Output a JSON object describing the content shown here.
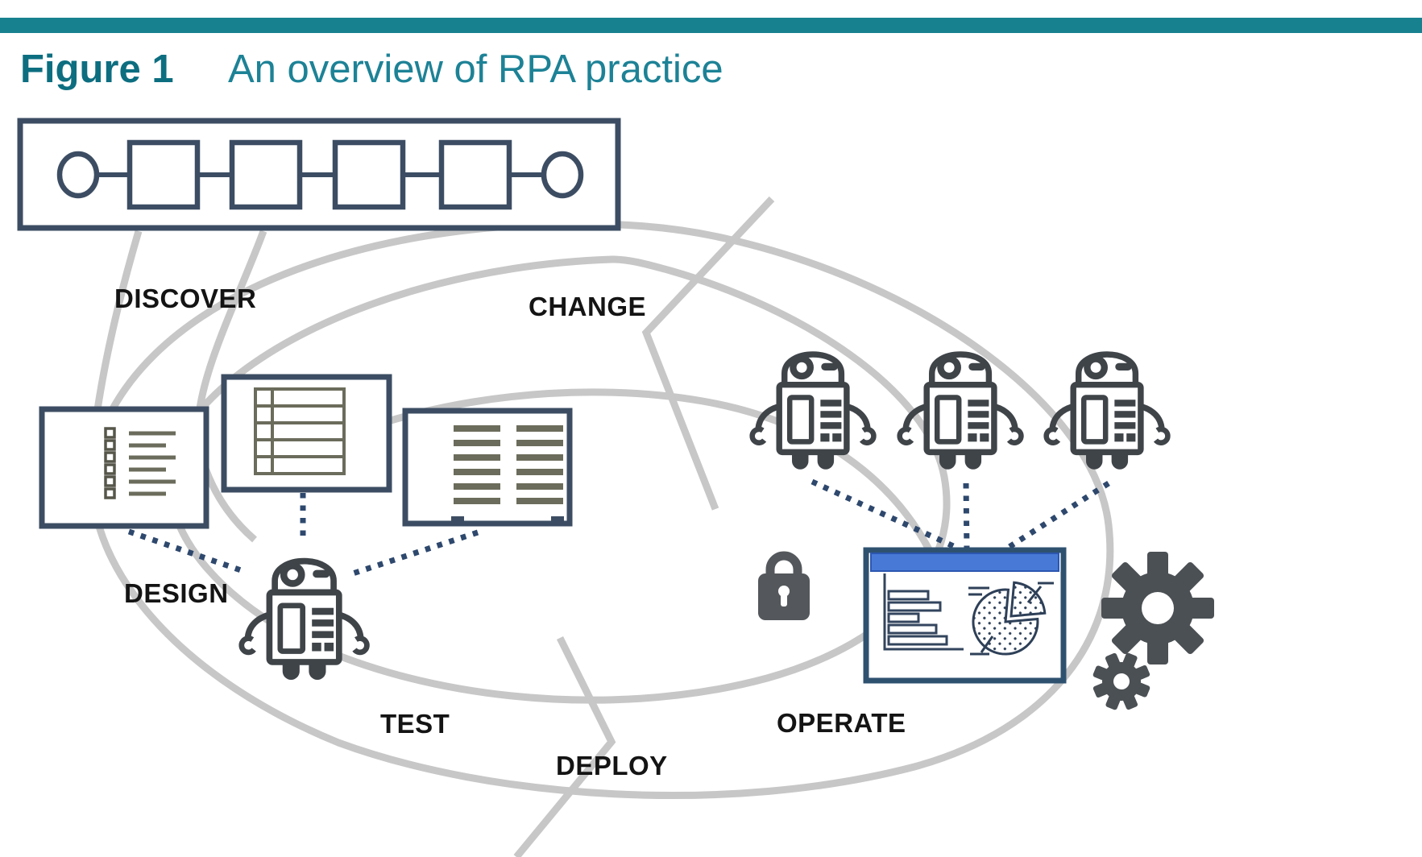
{
  "figure": {
    "label": "Figure 1",
    "title": "An overview of RPA practice"
  },
  "stages": [
    {
      "label": "DISCOVER"
    },
    {
      "label": "CHANGE"
    },
    {
      "label": "DESIGN"
    },
    {
      "label": "TEST"
    },
    {
      "label": "DEPLOY"
    },
    {
      "label": "OPERATE"
    }
  ],
  "process_flow": {
    "start_node": "circle",
    "step_count": 4,
    "end_node": "circle"
  },
  "icons": {
    "process_flow": "process-flow-strip",
    "checklist_document": "checklist-document-icon",
    "table_document": "table-document-icon",
    "text_document": "text-document-icon",
    "design_robot": "robot-icon",
    "worker_robots": [
      "robot-icon",
      "robot-icon",
      "robot-icon"
    ],
    "lock": "lock-icon",
    "dashboard": "analytics-window-icon",
    "gears": "gears-icon"
  },
  "colors": {
    "header_bar": "#17818f",
    "figure_label_text": "#0d6e80",
    "figure_title_text": "#1d8296",
    "loop_gray": "#c7c7c7",
    "box_border": "#3c4d63",
    "document_content": "#6c6c5c",
    "robot": "#3f4449",
    "dotted_connector": "#2e486d",
    "window_border": "#2f5170",
    "window_titlebar": "#4879d6",
    "hardware_gray": "#4b5054",
    "stage_label_text": "#141414"
  }
}
